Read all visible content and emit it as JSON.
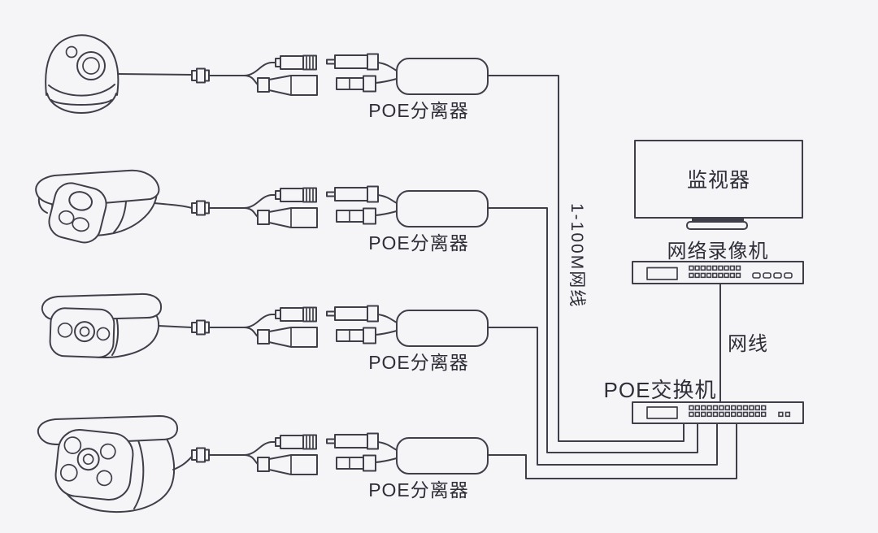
{
  "colors": {
    "background": "#f5f5f8",
    "line": "#3f3f49",
    "text": "#2e2e38"
  },
  "labels": {
    "poe_splitter": "POE分离器",
    "monitor": "监视器",
    "nvr": "网络录像机",
    "poe_switch": "POE交换机",
    "network_cable": "网线",
    "uplink_cable": "1-100M网线"
  },
  "devices": {
    "cameras": [
      {
        "name": "dome-camera"
      },
      {
        "name": "bullet-camera"
      },
      {
        "name": "bullet-camera"
      },
      {
        "name": "bullet-camera"
      }
    ],
    "splitter_count": 4,
    "nvr_ports": {
      "rows": 2,
      "per_row": 9,
      "aux": 4
    },
    "switch_ports": {
      "rows": 2,
      "per_row": 13,
      "aux": 2
    }
  }
}
